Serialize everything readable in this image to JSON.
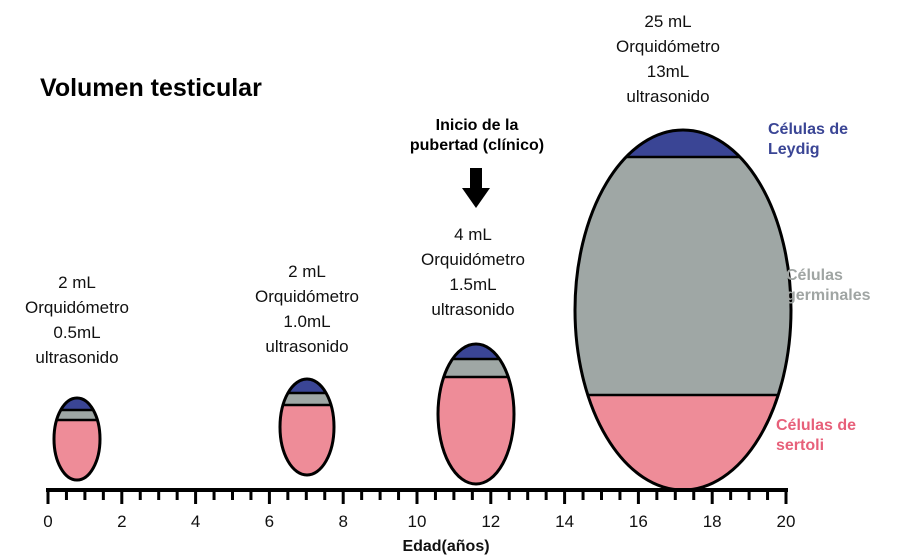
{
  "title": "Volumen testicular",
  "puberty": {
    "line1": "Inicio de la",
    "line2": "pubertad (clínico)"
  },
  "legend": {
    "leydig": {
      "line1": "Células de",
      "line2": "Leydig",
      "color": "#3a4595"
    },
    "germinal": {
      "line1": "Células",
      "line2": "germinales",
      "color": "#a0a5a3"
    },
    "sertoli": {
      "line1": "Células de",
      "line2": "sertoli",
      "color": "#e7607a"
    }
  },
  "colors": {
    "leydig": "#3a4595",
    "germinal": "#9fa7a5",
    "sertoli": "#ee8c98",
    "outline": "#000000"
  },
  "stages": [
    {
      "age": 0.8,
      "orchidometer_ml": 2,
      "l1": "2 mL",
      "l2": "Orquidómetro",
      "l3": "0.5mL",
      "l4": "ultrasonido"
    },
    {
      "age": 7,
      "orchidometer_ml": 2,
      "l1": "2 mL",
      "l2": "Orquidómetro",
      "l3": "1.0mL",
      "l4": "ultrasonido"
    },
    {
      "age": 11.5,
      "orchidometer_ml": 4,
      "l1": "4 mL",
      "l2": "Orquidómetro",
      "l3": "1.5mL",
      "l4": "ultrasonido"
    },
    {
      "age": 17,
      "orchidometer_ml": 25,
      "l1": "25 mL",
      "l2": "Orquidómetro",
      "l3": "13mL",
      "l4": "ultrasonido"
    }
  ],
  "axis": {
    "title": "Edad(años)",
    "min": 0,
    "max": 20,
    "tick_labels": [
      "0",
      "2",
      "4",
      "6",
      "8",
      "10",
      "12",
      "14",
      "16",
      "18",
      "20"
    ]
  }
}
